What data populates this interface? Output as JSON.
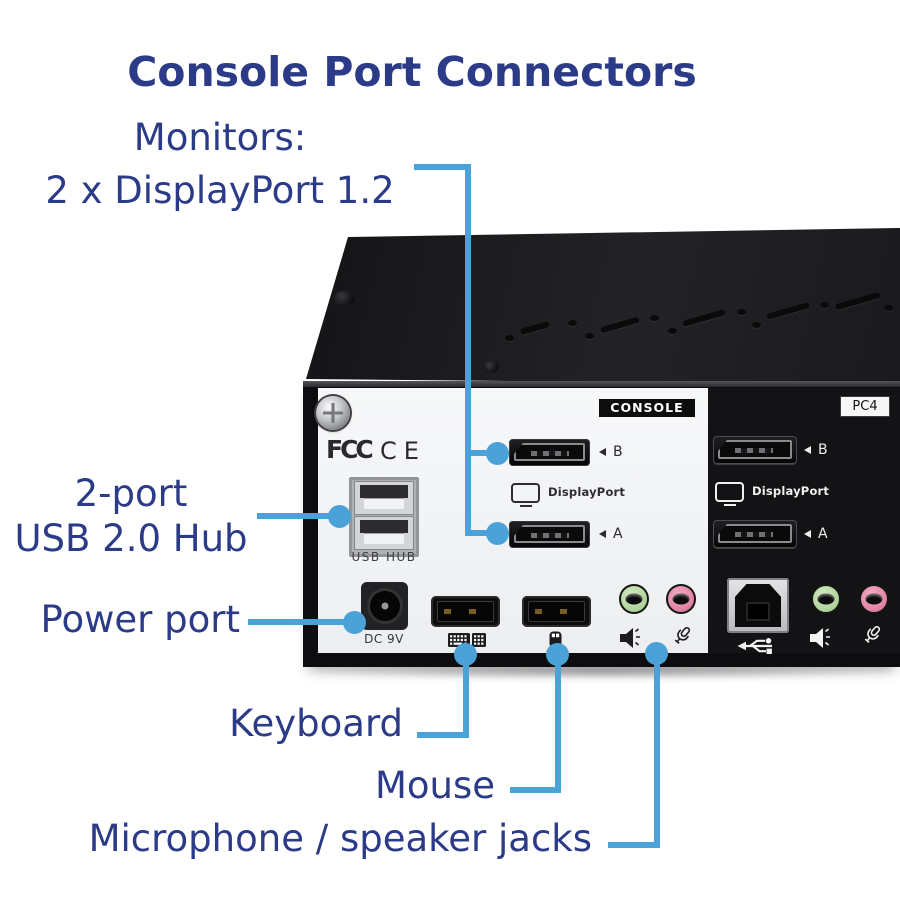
{
  "title": "Console Port Connectors",
  "labels": {
    "monitors_line1": "Monitors:",
    "monitors_line2": "2 x DisplayPort 1.2",
    "usb_hub_line1": "2-port",
    "usb_hub_line2": "USB 2.0 Hub",
    "power": "Power port",
    "keyboard": "Keyboard",
    "mouse": "Mouse",
    "audio": "Microphone / speaker jacks"
  },
  "device": {
    "console_badge": "CONSOLE",
    "pc4_badge": "PC4",
    "fcc_mark": "FCC",
    "ce_mark": "CE",
    "usb_hub_label": "USB HUB",
    "power_label": "DC 9V",
    "displayport_label": "DisplayPort",
    "port_b": "B",
    "port_a": "A"
  },
  "colors": {
    "label_navy": "#2c3b88",
    "callout_blue": "#4aa2d8",
    "speaker_jack_green": "#b4d79f",
    "microphone_jack_pink": "#e387a7",
    "panel_white": "#f3f4f6",
    "device_black": "#141416"
  },
  "icons": {
    "displayport_monitor": "monitor-outline",
    "left_arrow": "left-triangle",
    "keyboard": "keyboard-keys-grid",
    "mouse": "two-button-mouse",
    "speaker": "loudspeaker-with-waves",
    "microphone": "tilted-microphone-outline",
    "usb": "usb-trident"
  }
}
